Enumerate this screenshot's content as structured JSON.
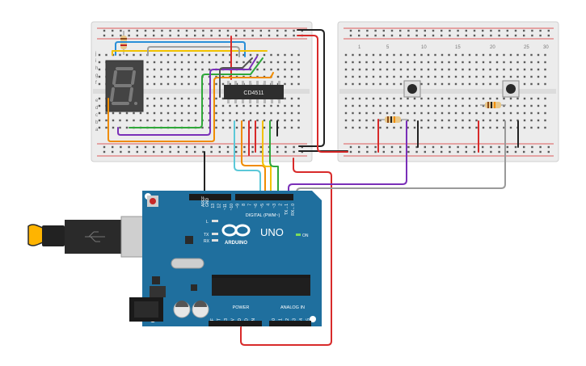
{
  "chip": {
    "label": "CD4511"
  },
  "arduino": {
    "brand": "ARDUINO",
    "model": "UNO",
    "on_label": "ON",
    "digital_label": "DIGITAL (PWM~)",
    "power_label": "POWER",
    "analog_label": "ANALOG IN",
    "aref": "AREF",
    "gnd": "GND",
    "led_l": "L",
    "led_tx": "TX",
    "led_rx": "RX",
    "digital_pins": [
      "13",
      "12",
      "~11",
      "~10",
      "~9",
      "8",
      "7",
      "~6",
      "~5",
      "4",
      "~3",
      "2",
      "TX→1",
      "RX←0"
    ],
    "power_pins": [
      "IOREF",
      "RESET",
      "3V3",
      "5V",
      "GND",
      "GND",
      "VIN"
    ],
    "analog_pins": [
      "A0",
      "A1",
      "A2",
      "A3",
      "A4",
      "A5"
    ]
  },
  "breadboard": {
    "row_letters_top": [
      "j",
      "i",
      "h",
      "g",
      "f"
    ],
    "row_letters_bottom": [
      "e",
      "d",
      "c",
      "b",
      "a"
    ],
    "column_numbers": [
      "1",
      "5",
      "10",
      "15",
      "20",
      "25",
      "30"
    ]
  },
  "colors": {
    "wire_red": "#d82a2a",
    "wire_black": "#222222",
    "wire_blue": "#2a8fd8",
    "wire_yellow": "#f2c200",
    "wire_orange": "#f08c00",
    "wire_green": "#2fa83a",
    "wire_purple": "#7a2fb8",
    "wire_cyan": "#5bc8d8",
    "wire_gray": "#9a9a9a",
    "board_blue": "#1f6f9e",
    "breadboard": "#ececec"
  }
}
